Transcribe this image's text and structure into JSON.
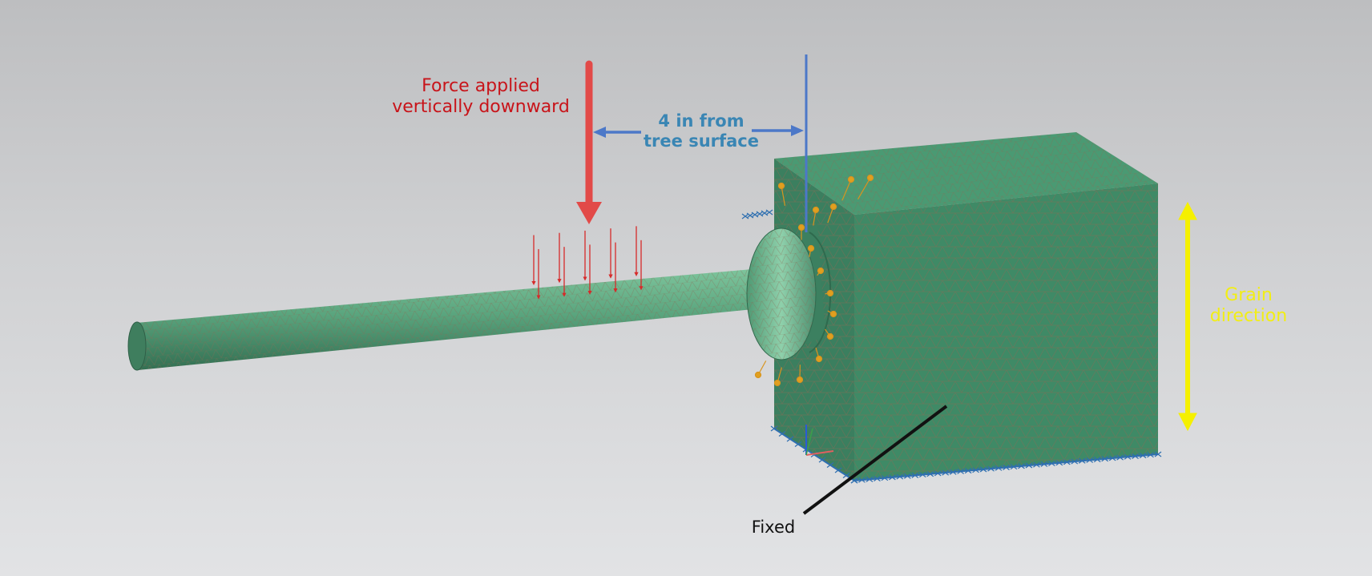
{
  "annotations": {
    "force": {
      "line1": "Force applied",
      "line2": "vertically downward",
      "color": "#c8141a"
    },
    "distance": {
      "line1": "4 in from",
      "line2": "tree surface",
      "color": "#3a86b4"
    },
    "grain": {
      "line1": "Grain",
      "line2": "direction",
      "color": "#f2ee14"
    },
    "fixed": {
      "text": "Fixed"
    }
  },
  "colors": {
    "mesh_body": "#3f8a66",
    "mesh_light": "#7cc19a",
    "mesh_line": "#8a6a54",
    "force_arrow": "#e24a48",
    "distance_arrow": "#4c78c8",
    "grain_arrow": "#f5f000",
    "constraint": "#2e6fb0",
    "load_marker": "#e0a020"
  },
  "icons": [
    "force-arrow-icon",
    "distance-arrow-icon",
    "grain-direction-arrow-icon",
    "fixed-constraint-icon",
    "coordinate-triad-icon"
  ]
}
